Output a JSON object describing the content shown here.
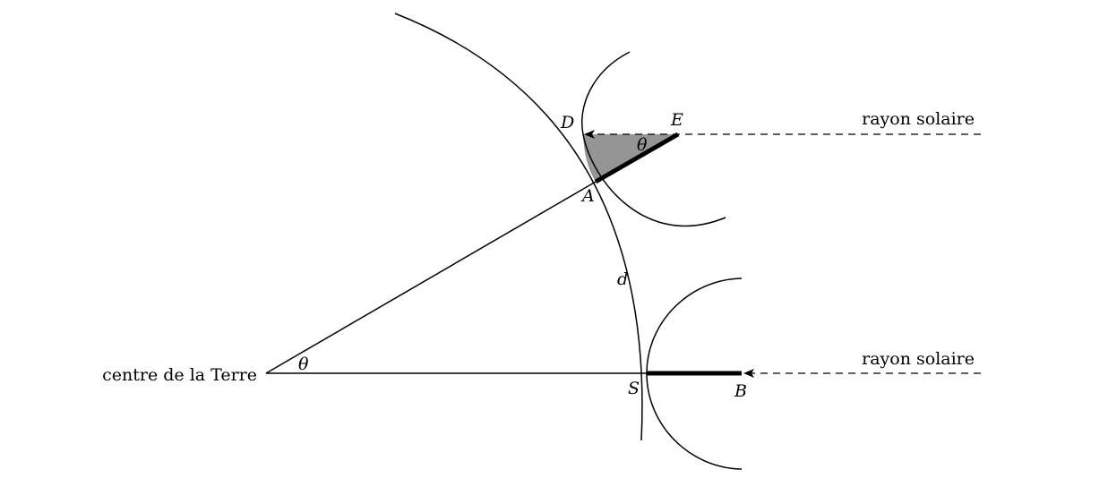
{
  "labels": {
    "center": "centre de la Terre",
    "ray_top": "rayon solaire",
    "ray_bottom": "rayon solaire",
    "point_D": "D",
    "point_E": "E",
    "point_A": "A",
    "point_S": "S",
    "point_B": "B",
    "arc_length": "d",
    "angle_center": "θ",
    "angle_top": "θ"
  },
  "colors": {
    "stroke": "#000000",
    "shadow_fill": "#959595"
  }
}
